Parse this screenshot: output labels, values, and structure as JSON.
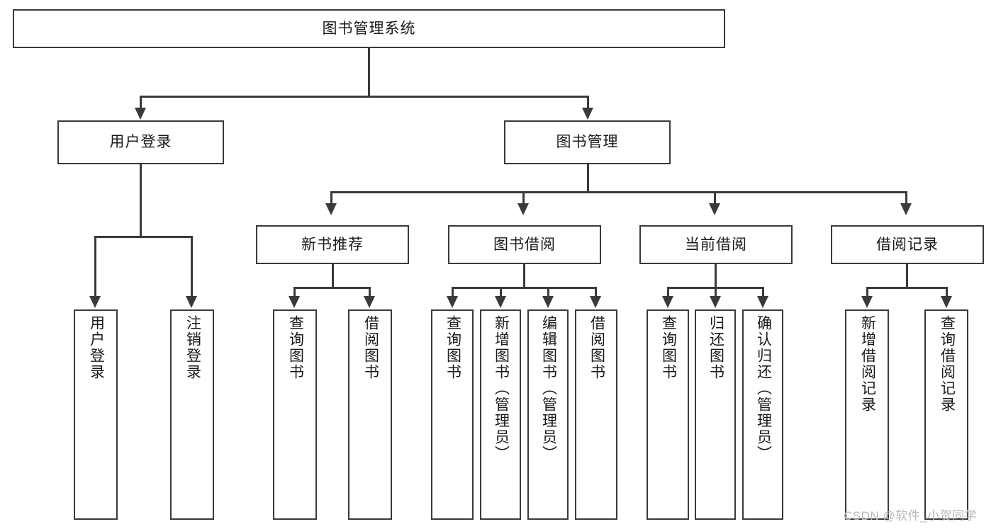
{
  "diagram": {
    "title": "图书管理系统",
    "type": "tree-hierarchy-diagram",
    "root": {
      "label": "图书管理系统"
    },
    "level2": [
      {
        "label": "用户登录"
      },
      {
        "label": "图书管理"
      }
    ],
    "level3": [
      {
        "label": "新书推荐"
      },
      {
        "label": "图书借阅"
      },
      {
        "label": "当前借阅"
      },
      {
        "label": "借阅记录"
      }
    ],
    "leaves": {
      "user_login": [
        {
          "label": "用户登录"
        },
        {
          "label": "注销登录"
        }
      ],
      "new_book_recommend": [
        {
          "label": "查询图书"
        },
        {
          "label": "借阅图书"
        }
      ],
      "book_borrow": [
        {
          "label": "查询图书"
        },
        {
          "label": "新增图书（管理员）"
        },
        {
          "label": "编辑图书（管理员）"
        },
        {
          "label": "借阅图书"
        }
      ],
      "current_borrow": [
        {
          "label": "查询图书"
        },
        {
          "label": "归还图书"
        },
        {
          "label": "确认归还（管理员）"
        }
      ],
      "borrow_record": [
        {
          "label": "新增借阅记录"
        },
        {
          "label": "查询借阅记录"
        }
      ]
    }
  },
  "watermark": {
    "text": "CSDN @软件_小贺同学"
  },
  "colors": {
    "box_border": "#3a3a3a",
    "box_fill": "#ffffff",
    "text": "#1a1a1a",
    "connector": "#3a3a3a",
    "watermark": "#b9b9b9"
  }
}
